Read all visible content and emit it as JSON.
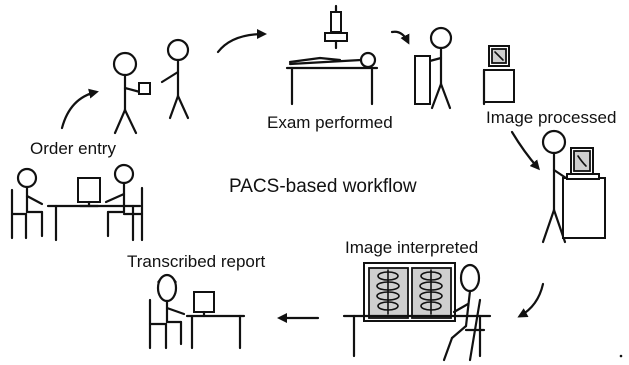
{
  "diagram": {
    "title": "PACS-based workflow",
    "stages": [
      {
        "id": "order-entry",
        "label": "Order entry"
      },
      {
        "id": "exam-performed",
        "label": "Exam performed"
      },
      {
        "id": "image-processed",
        "label": "Image processed"
      },
      {
        "id": "image-interpreted",
        "label": "Image interpreted"
      },
      {
        "id": "transcribed-report",
        "label": "Transcribed report"
      }
    ]
  }
}
